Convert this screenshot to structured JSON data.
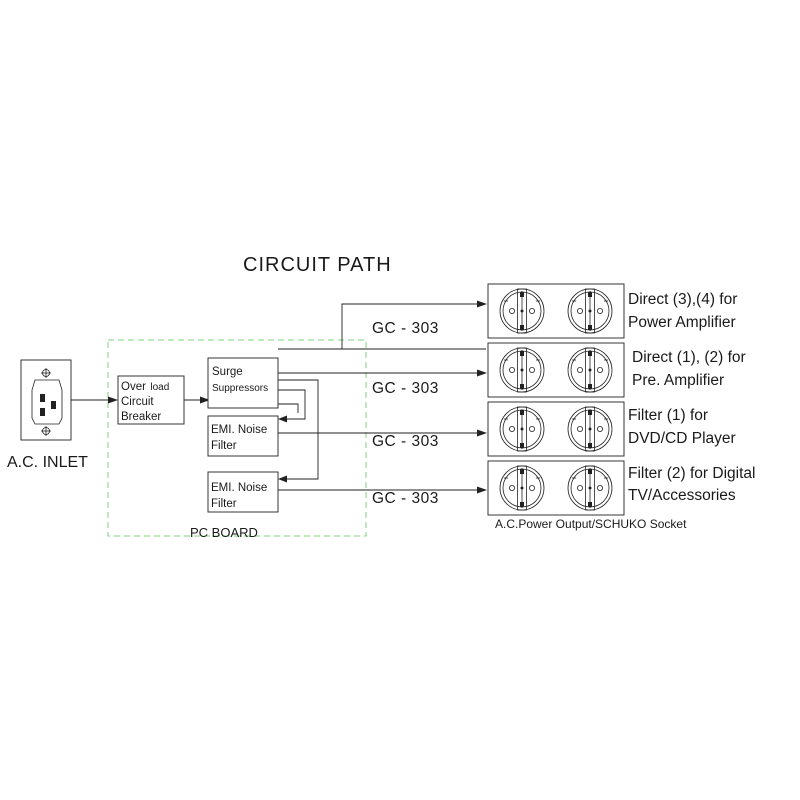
{
  "title": "CIRCUIT PATH",
  "inlet": {
    "label": "A.C. INLET"
  },
  "pc_board": {
    "label": "PC BOARD"
  },
  "breaker": {
    "line1_a": "Over",
    "line1_b": "load",
    "line2": "Circuit",
    "line3": "Breaker"
  },
  "surge": {
    "line1": "Surge",
    "line2": "Suppressors"
  },
  "emi_filter_1": {
    "line1": "EMI. Noise",
    "line2": "Filter"
  },
  "emi_filter_2": {
    "line1": "EMI. Noise",
    "line2": "Filter"
  },
  "cables": [
    {
      "label": "GC - 303"
    },
    {
      "label": "GC - 303"
    },
    {
      "label": "GC - 303"
    },
    {
      "label": "GC - 303"
    }
  ],
  "outputs": [
    {
      "line1": "Direct (3),(4) for",
      "line2": "Power Amplifier"
    },
    {
      "line1": "Direct (1), (2) for",
      "line2": "Pre. Amplifier"
    },
    {
      "line1": "Filter (1) for",
      "line2": "DVD/CD Player"
    },
    {
      "line1": "Filter (2) for Digital",
      "line2": "TV/Accessories"
    }
  ],
  "socket_label": "A.C.Power Output/SCHUKO Socket"
}
